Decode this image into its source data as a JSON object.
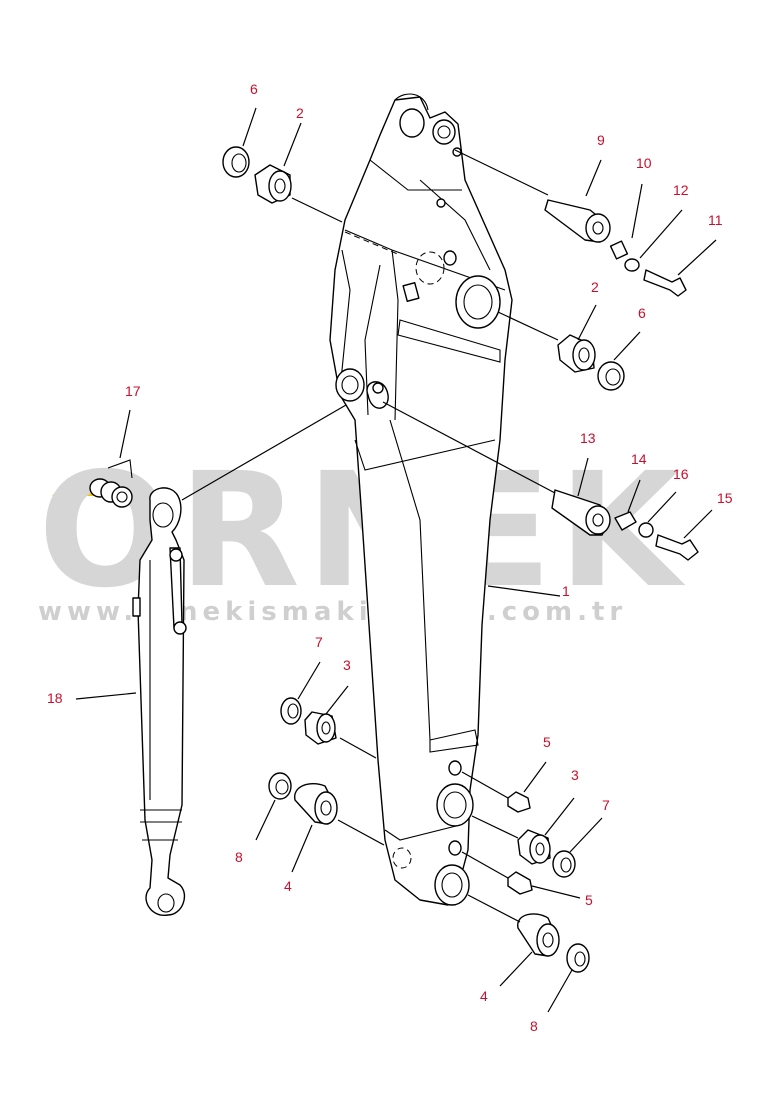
{
  "watermark": {
    "logo_text": "ORNEK",
    "url_text": "www.ornekismakinalari.com.tr",
    "logo_color": "#d6d6d6",
    "accent_color": "#f5c400"
  },
  "callouts": {
    "part_1": "1",
    "part_2_top": "2",
    "part_2_mid": "2",
    "part_3_left": "3",
    "part_3_right": "3",
    "part_4_left": "4",
    "part_4_right": "4",
    "part_5_top": "5",
    "part_5_bottom": "5",
    "part_6_top": "6",
    "part_6_mid": "6",
    "part_7_left": "7",
    "part_7_right": "7",
    "part_8_left": "8",
    "part_8_right": "8",
    "part_9": "9",
    "part_10": "10",
    "part_11": "11",
    "part_12": "12",
    "part_13": "13",
    "part_14": "14",
    "part_15": "15",
    "part_16": "16",
    "part_17": "17",
    "part_18": "18"
  },
  "colors": {
    "callout": "#c8102e",
    "line": "#000000"
  }
}
